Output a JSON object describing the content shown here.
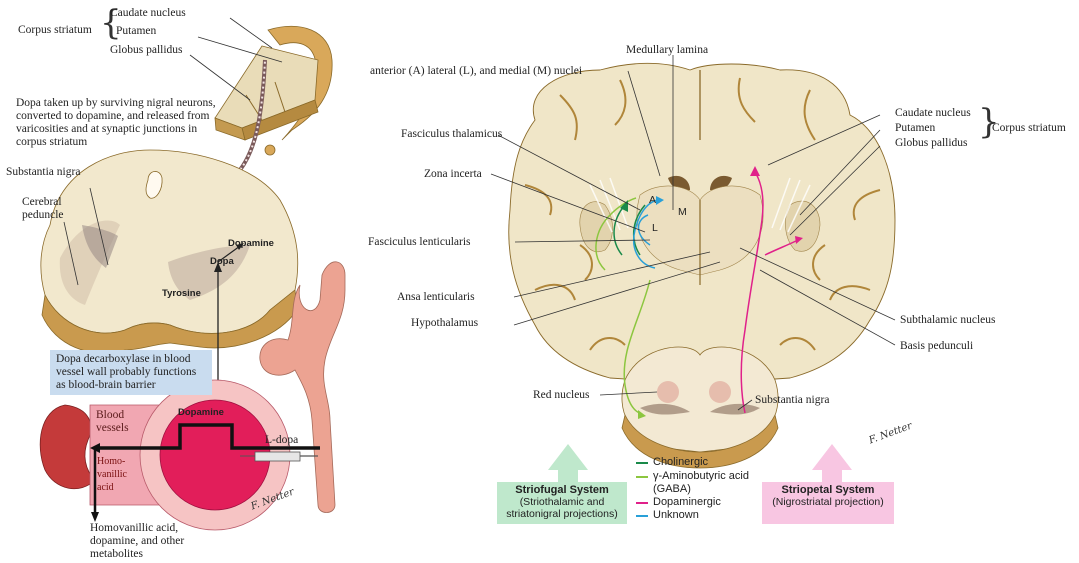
{
  "left_panel": {
    "corpus_striatum": "Corpus striatum",
    "caudate": "Caudate nucleus",
    "putamen": "Putamen",
    "globus": "Globus pallidus",
    "dopa_note": "Dopa taken up by surviving nigral neurons, converted to dopamine, and released from varicosities and at synaptic junctions in corpus striatum",
    "substantia_nigra": "Substantia nigra",
    "cerebral_peduncle": "Cerebral peduncle",
    "dopamine_top": "Dopamine",
    "dopa": "Dopa",
    "tyrosine": "Tyrosine",
    "decarboxylase_note": "Dopa decarboxylase in blood vessel wall probably functions as blood-brain barrier",
    "blood_vessels": "Blood vessels",
    "dopamine_vessel": "Dopamine",
    "homovanillic": "Homo-vanillic acid",
    "ldopa": "L-dopa",
    "metabolites": "Homovanillic acid, dopamine, and other metabolites"
  },
  "right_panel": {
    "medullary_lamina": "Medullary lamina",
    "nuclei": "anterior (A) lateral (L), and medial (M) nuclei",
    "fasciculus_thalamicus": "Fasciculus thalamicus",
    "zona_incerta": "Zona incerta",
    "fasciculus_lenticularis": "Fasciculus lenticularis",
    "ansa_lenticularis": "Ansa lenticularis",
    "hypothalamus": "Hypothalamus",
    "red_nucleus": "Red nucleus",
    "caudate": "Caudate nucleus",
    "putamen": "Putamen",
    "globus": "Globus pallidus",
    "corpus_striatum": "Corpus striatum",
    "subthalamic": "Subthalamic nucleus",
    "basis_pedunculi": "Basis pedunculi",
    "substantia_nigra": "Substantia nigra",
    "letter_a": "A",
    "letter_l": "L",
    "letter_m": "M"
  },
  "legend": [
    {
      "label": "Cholinergic",
      "color": "#1a8a4a"
    },
    {
      "label": "γ-Aminobutyric acid (GABA)",
      "color": "#8cc63f"
    },
    {
      "label": "Dopaminergic",
      "color": "#e0218a"
    },
    {
      "label": "Unknown",
      "color": "#29a0d8"
    }
  ],
  "striofugal": {
    "title": "Striofugal System",
    "subtitle": "(Striothalamic and striatonigral projections)",
    "color": "#bfe8cc"
  },
  "striopetal": {
    "title": "Striopetal System",
    "subtitle": "(Nigrostriatal projection)",
    "color": "#f8c6e2"
  },
  "signature": "F. Netter"
}
